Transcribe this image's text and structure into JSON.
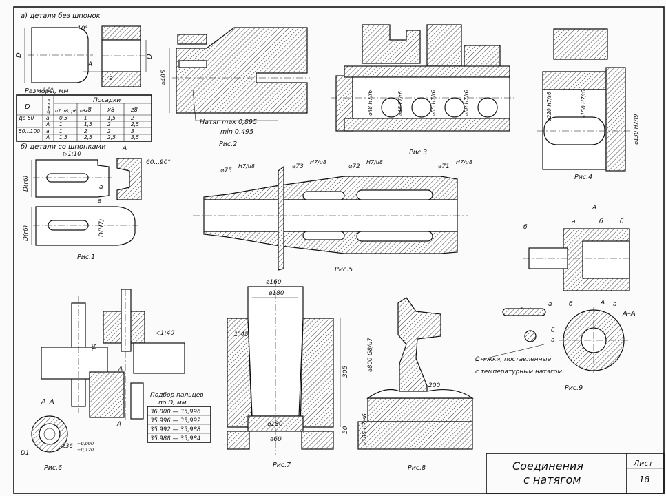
{
  "title_block": {
    "title_line1": "Соединения",
    "title_line2": "с натягом",
    "sheet_label": "Лист",
    "sheet_number": "18"
  },
  "fig1": {
    "heading_a": "а) детали без шпонок",
    "angle_top": "10°",
    "angle_bottom": "10°",
    "dim_D_left": "D",
    "dim_D_right": "D",
    "dim_a": "a",
    "dim_A": "A",
    "sizes_label": "Размеры, мм",
    "table_title": "Посадки",
    "col_D": "D",
    "col_facets": "Фаски",
    "col_u7": "u7, r6, p6, n6",
    "col_u8": "u8",
    "col_x8": "x8",
    "col_z8": "z8",
    "rows": [
      {
        "D": "До 50",
        "f": "a",
        "c1": "0,5",
        "c2": "1",
        "c3": "1,5",
        "c4": "2"
      },
      {
        "D": "",
        "f": "A",
        "c1": "1",
        "c2": "1,5",
        "c3": "2",
        "c4": "2,5"
      },
      {
        "D": "50...100",
        "f": "a",
        "c1": "1",
        "c2": "2",
        "c3": "2",
        "c4": "3"
      },
      {
        "D": "",
        "f": "A",
        "c1": "1,5",
        "c2": "2,5",
        "c3": "2,5",
        "c4": "3,5"
      }
    ],
    "heading_b": "б) детали со шпонками",
    "taper": "▷1:10",
    "angle_60_90": "60...90°",
    "dim_Dr6_1": "D(r6)",
    "dim_Dr6_2": "D(r6)",
    "dim_DH7": "D(H7)",
    "dim_a2": "a",
    "dim_a3": "a",
    "dim_A2": "A",
    "caption": "Рис.1"
  },
  "fig2": {
    "dim_d405": "⌀405",
    "interference_max": "Натяг max 0,895",
    "interference_min": "min 0,495",
    "caption": "Рис.2"
  },
  "fig3": {
    "fits": [
      "⌀48 H7/r6",
      "⌀48 F7/r6",
      "⌀55 H7/r6",
      "⌀58 H7/r6"
    ],
    "caption": "Рис.3"
  },
  "fig4": {
    "fit_220": "⌀220 H7/s6",
    "fit_150": "⌀150 H7/r6",
    "fit_130": "⌀130 H7/f9",
    "caption": "Рис.4"
  },
  "fig5": {
    "d75": "⌀75",
    "f75": "H7/u8",
    "d73": "⌀73",
    "f73": "H7/u8",
    "d72": "⌀72",
    "f72": "H7/u8",
    "d71": "⌀71",
    "f71": "H7/u8",
    "caption": "Рис.5"
  },
  "fig6": {
    "taper": "◁1:40",
    "dim_39": "39",
    "dim_A_top": "A",
    "dim_A_bot": "A",
    "section": "A–A",
    "dim_36": "⌀36",
    "tol_36_top": "−0,090",
    "tol_36_bot": "−0,120",
    "dim_D1": "D1",
    "pins_title_1": "Подбор пальцев",
    "pins_title_2": "по D, мм",
    "pins": [
      "36,000 — 35,996",
      "35,996 — 35,992",
      "35,992 — 35,988",
      "35,988 — 35,984"
    ],
    "caption": "Рис.6"
  },
  "fig7": {
    "d160": "⌀160",
    "d180_top": "⌀180",
    "angle": "1°45′",
    "dim_305": "305",
    "d180_bot": "⌀180",
    "dim_50": "50",
    "d60": "⌀60",
    "caption": "Рис.7"
  },
  "fig8": {
    "fit_800": "⌀800 G8/u7",
    "dim_200": "200",
    "fit_185": "⌀185 H7/s6",
    "caption": "Рис.8"
  },
  "fig9": {
    "label_A_top": "A",
    "label_a1": "a",
    "label_b1": "б",
    "label_b2": "б",
    "label_b3": "б",
    "sec_bb": "Б–Б",
    "label_a2": "a",
    "label_b4": "б",
    "label_a3": "a",
    "label_b5": "б",
    "label_A2": "A",
    "label_a4": "a",
    "sec_aa": "А–А",
    "note_1": "Стяжки, поставленные",
    "note_2": "с температурным натягом",
    "caption": "Рис.9"
  }
}
